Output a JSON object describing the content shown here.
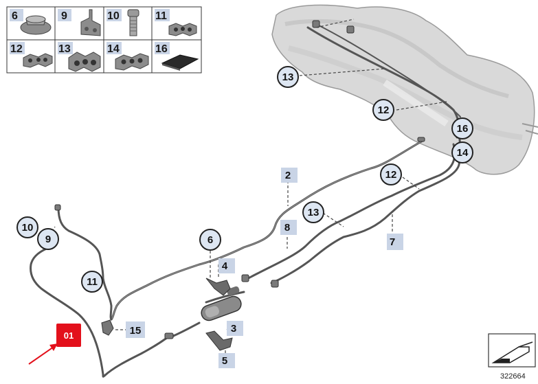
{
  "parts_table": {
    "cells": [
      {
        "number": "6",
        "part": "nut-icon"
      },
      {
        "number": "9",
        "part": "bracket-icon"
      },
      {
        "number": "10",
        "part": "bolt-icon"
      },
      {
        "number": "11",
        "part": "clip-icon"
      },
      {
        "number": "12",
        "part": "clip-icon"
      },
      {
        "number": "13",
        "part": "clip-icon"
      },
      {
        "number": "14",
        "part": "clip-icon"
      },
      {
        "number": "16",
        "part": "pad-icon"
      }
    ]
  },
  "callouts": {
    "c13_top": "13",
    "c12_top": "12",
    "c16": "16",
    "c14": "14",
    "c12_mid": "12",
    "c13_mid": "13",
    "c10": "10",
    "c9": "9",
    "c11": "11",
    "c6": "6"
  },
  "tags": {
    "t2": "2",
    "t8": "8",
    "t7": "7",
    "t4": "4",
    "t3": "3",
    "t5": "5",
    "t15": "15"
  },
  "badge": {
    "label": "01",
    "color": "#e3101b"
  },
  "reference_number": "322664",
  "colors": {
    "tag_fill": "#c9d4e6",
    "callout_fill": "#dde6f2",
    "pipe": "#555555"
  }
}
